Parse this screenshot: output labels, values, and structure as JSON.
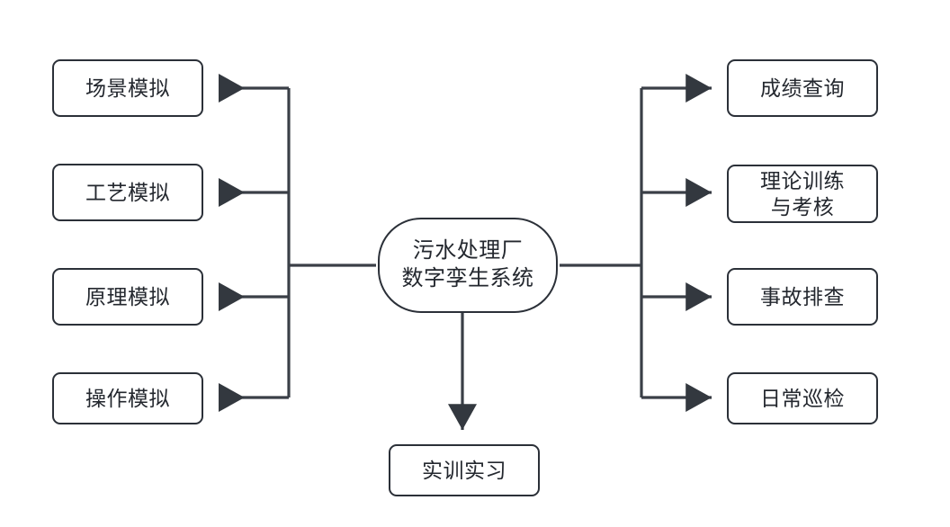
{
  "diagram": {
    "type": "hub-and-spoke-flowchart",
    "title_node": {
      "id": "center",
      "label": "污水处理厂\n数字孪生系统"
    },
    "left_branch": {
      "direction": "center-to-left",
      "nodes": [
        {
          "id": "scene",
          "label": "场景模拟"
        },
        {
          "id": "process",
          "label": "工艺模拟"
        },
        {
          "id": "principle",
          "label": "原理模拟"
        },
        {
          "id": "operation",
          "label": "操作模拟"
        }
      ]
    },
    "right_branch": {
      "direction": "center-to-right",
      "nodes": [
        {
          "id": "score",
          "label": "成绩查询"
        },
        {
          "id": "theory",
          "label": "理论训练\n与考核"
        },
        {
          "id": "accident",
          "label": "事故排查"
        },
        {
          "id": "patrol",
          "label": "日常巡检"
        }
      ]
    },
    "bottom_branch": {
      "direction": "center-to-bottom",
      "nodes": [
        {
          "id": "practice",
          "label": "实训实习"
        }
      ]
    },
    "colors": {
      "stroke": "#2b3038",
      "edge": "#3a3f47",
      "node_fill": "#ffffff",
      "text": "#23272e",
      "background": "#ffffff"
    }
  }
}
